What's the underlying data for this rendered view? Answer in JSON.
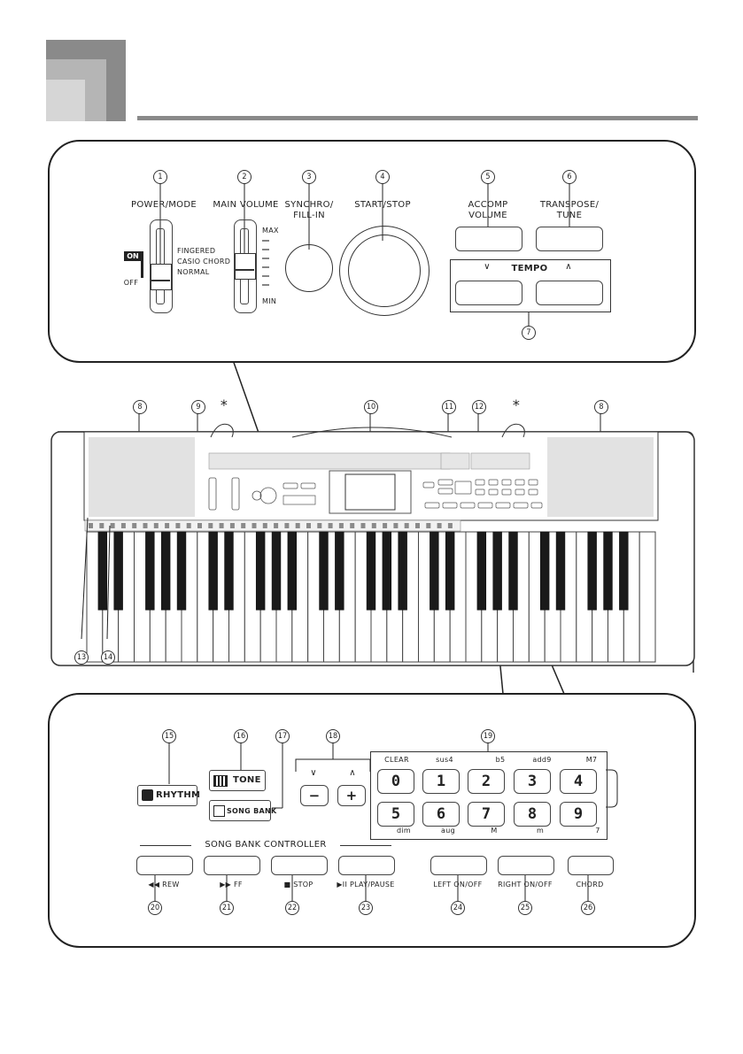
{
  "top_panel": {
    "callouts": [
      "1",
      "2",
      "3",
      "4",
      "5",
      "6",
      "7"
    ],
    "power_mode": "POWER/MODE",
    "on": "ON",
    "off": "OFF",
    "modes": [
      "FINGERED",
      "CASIO CHORD",
      "NORMAL"
    ],
    "main_volume": "MAIN VOLUME",
    "max": "MAX",
    "min": "MIN",
    "synchro_line1": "SYNCHRO/",
    "synchro_line2": "FILL-IN",
    "start_stop": "START/STOP",
    "accomp_line1": "ACCOMP",
    "accomp_line2": "VOLUME",
    "transpose_line1": "TRANSPOSE/",
    "transpose_line2": "TUNE",
    "tempo": "TEMPO",
    "tempo_down": "∨",
    "tempo_up": "∧"
  },
  "keyboard": {
    "callouts": [
      "8",
      "9",
      "10",
      "11",
      "12",
      "8",
      "13",
      "14"
    ],
    "asterisk": "*",
    "white_keys": 36
  },
  "bottom_panel": {
    "callouts": [
      "15",
      "16",
      "17",
      "18",
      "19",
      "20",
      "21",
      "22",
      "23",
      "24",
      "25",
      "26"
    ],
    "rhythm": "RHYTHM",
    "tone": "TONE",
    "song_bank": "SONG BANK",
    "minus": "−",
    "plus": "+",
    "down": "∨",
    "up": "∧",
    "top_labels": [
      "CLEAR",
      "sus4",
      "b5",
      "add9",
      "M7"
    ],
    "row1": [
      "0",
      "1",
      "2",
      "3",
      "4"
    ],
    "row2": [
      "5",
      "6",
      "7",
      "8",
      "9"
    ],
    "bottom_labels": [
      "dim",
      "aug",
      "M",
      "m",
      "7"
    ],
    "song_bank_controller": "SONG BANK CONTROLLER",
    "rew": "◀◀ REW",
    "ff": "▶▶ FF",
    "stop": "■ STOP",
    "play_pause": "▶II PLAY/PAUSE",
    "left_on_off": "LEFT ON/OFF",
    "right_on_off": "RIGHT ON/OFF",
    "chord": "CHORD"
  }
}
